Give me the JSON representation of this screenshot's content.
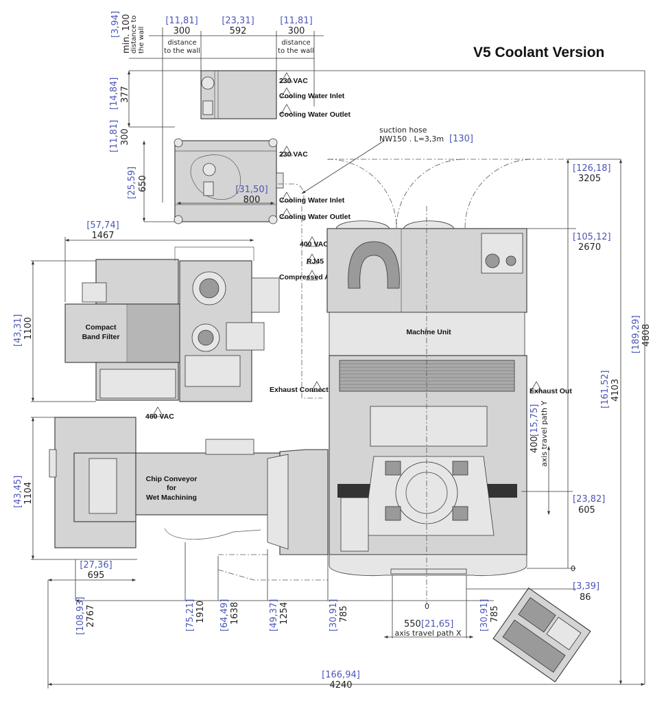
{
  "title": "V5 Coolant Version",
  "top_dims": {
    "left_wall": {
      "inch": "[11,81]",
      "mm": "300",
      "note": "distance to the wall"
    },
    "chiller_width": {
      "inch": "[23,31]",
      "mm": "592"
    },
    "right_wall": {
      "inch": "[11,81]",
      "mm": "300",
      "note": "distance to the wall"
    },
    "min_wall": {
      "inch": "[3,94]",
      "mm": "min. 100",
      "note": "distance to the wall"
    }
  },
  "chiller_dims": {
    "depth_small": {
      "inch": "[14,84]",
      "mm": "377"
    },
    "gap": {
      "inch": "[11,81]",
      "mm": "300"
    },
    "depth_large": {
      "inch": "[25,59]",
      "mm": "650"
    },
    "width_large": {
      "inch": "[31,50]",
      "mm": "800"
    }
  },
  "connections": {
    "vac230_a": "230 VAC",
    "cw_inlet_a": "Cooling Water Inlet",
    "cw_outlet_a": "Cooling Water Outlet",
    "vac230_b": "230 VAC",
    "cw_inlet_b": "Cooling Water Inlet",
    "cw_outlet_b": "Cooling Water Outlet",
    "vac400": "400 VAC",
    "rj45": "RJ45",
    "air": "Compressed Air",
    "vac460": "460 VAC",
    "exhaust_conn": "Exhaust Connection",
    "exhaust_out": "Exhaust Out"
  },
  "suction_hose": {
    "line1": "suction hose",
    "line2": "NW150 . L=3,3m",
    "inch": "[130]"
  },
  "units": {
    "machine": "Machine Unit",
    "band_filter": [
      "Compact",
      "Band Filter"
    ],
    "chip_conveyor": [
      "Chip Conveyor",
      "for",
      "Wet Machining"
    ]
  },
  "band_filter_dims": {
    "width": {
      "inch": "[57,74]",
      "mm": "1467"
    },
    "depth": {
      "inch": "[43,31]",
      "mm": "1100"
    }
  },
  "conveyor_dims": {
    "depth": {
      "inch": "[43,45]",
      "mm": "1104"
    },
    "offset": {
      "inch": "[27,36]",
      "mm": "695"
    }
  },
  "right_dims": {
    "d3205": {
      "inch": "[126,18]",
      "mm": "3205"
    },
    "d2670": {
      "inch": "[105,12]",
      "mm": "2670"
    },
    "travel_y": {
      "mm": "400",
      "inch": "[15,75]",
      "note": "axis travel path Y"
    },
    "d605": {
      "inch": "[23,82]",
      "mm": "605"
    },
    "zero": "0",
    "d86": {
      "inch": "[3,39]",
      "mm": "86"
    },
    "d4103": {
      "inch": "[161,52]",
      "mm": "4103"
    },
    "d4808": {
      "inch": "[189,29]",
      "mm": "4808"
    }
  },
  "bottom_dims": {
    "d2767": {
      "inch": "[108,93]",
      "mm": "2767"
    },
    "d1910": {
      "inch": "[75,21]",
      "mm": "1910"
    },
    "d1638": {
      "inch": "[64,49]",
      "mm": "1638"
    },
    "d1254": {
      "inch": "[49,37]",
      "mm": "1254"
    },
    "d785a": {
      "inch": "[30,91]",
      "mm": "785"
    },
    "d785b": {
      "inch": "[30,91]",
      "mm": "785"
    },
    "zero": "0",
    "travel_x": {
      "mm": "550",
      "inch": "[21,65]",
      "note": "axis travel path X"
    },
    "total": {
      "inch": "[166,94]",
      "mm": "4240"
    }
  }
}
